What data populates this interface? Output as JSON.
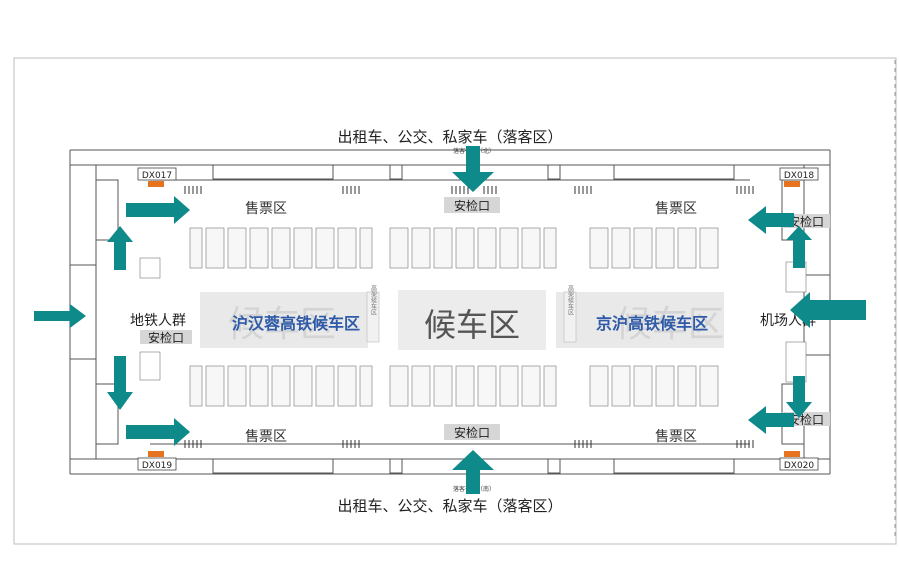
{
  "map": {
    "north_label": "出租车、公交、私家车（落客区）",
    "south_label": "出租车、公交、私家车（落客区）",
    "north_small_label": "落客平台（北）",
    "south_small_label": "落客平台（南）",
    "west_entrance_label": "地铁人群",
    "east_entrance_label": "机场人群",
    "center_waiting_label": "候车区",
    "west_waiting_label": "沪汉蓉高铁候车区",
    "east_waiting_label": "京沪高铁候车区",
    "waiting_watermark": "候车区",
    "ticket_area_label": "售票区",
    "security_label": "安检口",
    "side_corridor_label": "高架候车区",
    "screens": {
      "nw": "DX017",
      "ne": "DX018",
      "sw": "DX019",
      "se": "DX020"
    },
    "colors": {
      "arrow": "#0e8a8a",
      "screen_marker": "#e8731f",
      "blue_label": "#2e5aa8",
      "security_bg": "#d6d6d6",
      "waiting_bg": "#e9e9e9"
    }
  }
}
